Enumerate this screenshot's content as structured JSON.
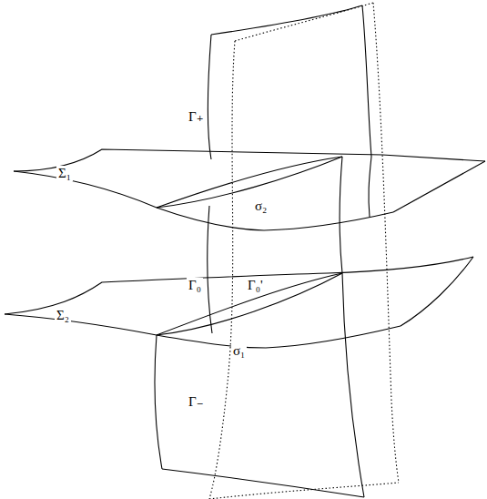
{
  "diagram": {
    "labels": [
      "Γ₊",
      "Σ₁",
      "σ₂",
      "Γ₀",
      "Γ₀'",
      "Σ₂",
      "σ₁",
      "Γ₋"
    ]
  }
}
